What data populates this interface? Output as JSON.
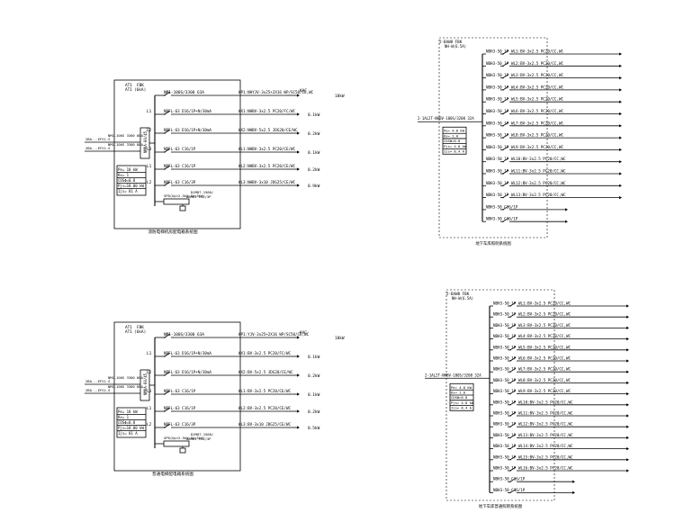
{
  "p1": {
    "inc": [
      "AT1",
      "FBK",
      "AT1",
      "(6kA)"
    ],
    "main": "NM1-100S/3300 63A",
    "feed_a": "2BA...EFS1-S",
    "feed_b": "NM1-100S 3300 80A",
    "feed_c": "2BA...EFS1-S",
    "feed_d": "NM1-100S 3300 80A",
    "busbar": "NMKA-80/45",
    "rows": [
      {
        "ph": "",
        "brk": "",
        "cable": "WP1:NHYJV-3x25+2X16 WP/SC50/CE,WC",
        "load": "",
        "kac": "KAC",
        "kw": "18kW"
      },
      {
        "ph": "L1",
        "brk": "NBFL-63 D16/1P+N/30mA",
        "cable": "WX1:NHBV-3x2.5 PC20/FC/WC",
        "load": "0.1kW",
        "kac": "",
        "kw": ""
      },
      {
        "ph": "L2",
        "brk": "NBFL-63 D16/1P+N/30mA",
        "cable": "WX2:NHBV-5x2.5 JDG20/CE/WC",
        "load": "0.2kW",
        "kac": "",
        "kw": ""
      },
      {
        "ph": "L3",
        "brk": "NBFL-63 C16/1P",
        "cable": "WL1:NHBV-3x2.5 PC20/CE/WC",
        "load": "0.1kW",
        "kac": "",
        "kw": ""
      },
      {
        "ph": "L1",
        "brk": "NBFL-63 C16/1P",
        "cable": "WL2:NHBV-3x2.5 PC20/CE/WC",
        "load": "0.2kW",
        "kac": "",
        "kw": ""
      },
      {
        "ph": "L2",
        "brk": "NBFL-63 C16/3P",
        "cable": "WL3:NHBV-3x10 JDG25/CE/WC",
        "load": "0.9kW",
        "kac": "",
        "kw": ""
      }
    ],
    "spd_top": "DJM87-1500/",
    "spd_mid": "ARM63 C32/3P",
    "spd": "SPD(Up<2.5kV,In=5kA)",
    "params": [
      "Pe= 18 kW",
      "Kx= 1",
      "COSΦ=0.8",
      "Pjs=18.00 kW",
      "Ijs= 81 A"
    ],
    "caption": "消防电梯机房配电箱系统图"
  },
  "p2": {
    "inc": [
      "AT1",
      "FBK",
      "AT1",
      "(6kA)"
    ],
    "main": "NM1-100S/3300 63A",
    "feed_a": "2BA...EFS1-S",
    "feed_b": "NM1-100S 3300 80A",
    "feed_c": "2BA...EFS1-S",
    "feed_d": "NM1-100S 3300 80A",
    "busbar": "NMKA-80/45",
    "rows": [
      {
        "ph": "",
        "brk": "",
        "cable": "WP1:YJV-3x25+2X16 WP/SC50/CE,WC",
        "load": "",
        "kac": "KAC",
        "kw": "18kW"
      },
      {
        "ph": "L1",
        "brk": "NBFL-63 D16/1P+N/30mA",
        "cable": "WX1:BV-3x2.5 PC20/FC/WC",
        "load": "0.1kW",
        "kac": "",
        "kw": ""
      },
      {
        "ph": "L2",
        "brk": "NBFL-63 D16/1P+N/30mA",
        "cable": "WX2:BV-5x2.5 JDG20/CE/WC",
        "load": "0.2kW",
        "kac": "",
        "kw": ""
      },
      {
        "ph": "L3",
        "brk": "NBFL-63 C16/1P",
        "cable": "WL1:BV-3x2.5 PC20/CE/WC",
        "load": "0.1kW",
        "kac": "",
        "kw": ""
      },
      {
        "ph": "L1",
        "brk": "NBFL-63 C16/1P",
        "cable": "WL2:BV-3x2.5 PC20/CE/WC",
        "load": "0.2kW",
        "kac": "",
        "kw": ""
      },
      {
        "ph": "L2",
        "brk": "NBFL-63 C16/3P",
        "cable": "WL3:BV-3x10 JDG25/CE/WC",
        "load": "0.5kW",
        "kac": "",
        "kw": ""
      }
    ],
    "spd_top": "DJM87-1500/",
    "spd_mid": "ARM63 C32/3P",
    "spd": "SPD(Up<2.5kV,In=5kA)",
    "params": [
      "Pe= 18 kW",
      "Kx= 1",
      "COSΦ=0.8",
      "Pjs=18.00 kW",
      "Ijs= 81 A"
    ],
    "caption": "普通电梯配电箱系统图"
  },
  "p3": {
    "top": "2-BAW8 FBK",
    "top_sub": "NH-W(6.5A)",
    "incoming": "2-1AL2T-NHBV-100S/3200 32A",
    "rows": [
      "NBH3-50 1P",
      "NBH3-50 1P",
      "NBH3-50 1P",
      "NBH3-50 1P",
      "NBH3-50 1P",
      "NBH3-50 1P",
      "NBH3-50 1P",
      "NBH3-50 1P",
      "NBH3-50 1P",
      "NBH3-50 1P",
      "NBH3-50 1P",
      "NBH3-50 1P",
      "NBH3-50 1P"
    ],
    "cables": [
      "WL1:BV-3x2.5 PC20/CC,WC",
      "WL2:BV-3x2.5 PC20/CC,WC",
      "WL3:BV-3x2.5 PC20/CC,WC",
      "WL4:BV-3x2.5 PC20/CC,WC",
      "WL5:BV-3x2.5 PC20/CC,WC",
      "WL6:BV-3x2.5 PC20/CC,WC",
      "WL7:BV-3x2.5 PC20/CC,WC",
      "WL8:BV-3x2.5 PC20/CC,WC",
      "WL9:BV-3x2.5 PC20/CC,WC",
      "WL10:BV-3x2.5 PC20/CC,WC",
      "WL11:BV-3x2.5 PC20/CC,WC",
      "WL12:BV-3x2.5 PC20/CC,WC",
      "WL13:BV-3x2.5 PC20/CC,WC"
    ],
    "spare": [
      "NBH3-50 C16/1P",
      "NBH3-50 C16/1P"
    ],
    "params": [
      "Pe= 4.8 kW",
      "Kx= 1.0",
      "COSΦ=0.8",
      "Pjs= 4.8 kW",
      "Ijs= 8.4 A"
    ],
    "caption": "地下车库照明系统图"
  },
  "p4": {
    "top": "2-BAW8 FBK",
    "top_sub": "NH-W(6.5A)",
    "incoming": "2-1AL2T-NHBV-100S/3200 32A",
    "rows": [
      "NBH3-50 1P",
      "NBH3-50 1P",
      "NBH3-50 1P",
      "NBH3-50 1P",
      "NBH3-50 1P",
      "NBH3-50 1P",
      "NBH3-50 1P",
      "NBH3-50 1P",
      "NBH3-50 1P",
      "NBH3-50 1P",
      "NBH3-50 1P",
      "NBH3-50 1P",
      "NBH3-50 1P",
      "NBH3-50 1P",
      "NBH3-50 1P",
      "NBH3-50 1P"
    ],
    "cables": [
      "WL1:BV-3x2.5 PC20/CC,WC",
      "WL2:BV-3x2.5 PC20/CC,WC",
      "WL3:BV-3x2.5 PC20/CC,WC",
      "WL4:BV-3x2.5 PC20/CC,WC",
      "WL5:BV-3x2.5 PC20/CC,WC",
      "WL6:BV-3x2.5 PC20/CC,WC",
      "WL7:BV-3x2.5 PC20/CC,WC",
      "WL8:BV-3x2.5 PC20/CC,WC",
      "WL9:BV-3x2.5 PC20/CC,WC",
      "WL10:BV-3x2.5 PC20/CC,WC",
      "WL11:BV-3x2.5 PC20/CC,WC",
      "WL12:BV-3x2.5 PC20/CC,WC",
      "WL13:BV-3x2.5 PC20/CC,WC",
      "WL14:BV-3x2.5 PC20/CC,WC",
      "WL15:BV-3x2.5 PC20/CC,WC",
      "WL16:BV-3x2.5 PC20/CC,WC"
    ],
    "spare": [
      "NBH3-50 C16/1P",
      "NBH3-50 C16/1P"
    ],
    "params": [
      "Pe= 4.8 kW",
      "Kx= 1.0",
      "COSΦ=0.8",
      "Pjs= 4.8 kW",
      "Ijs= 8.4 A"
    ],
    "caption": "地下车库普通照明系统图"
  }
}
